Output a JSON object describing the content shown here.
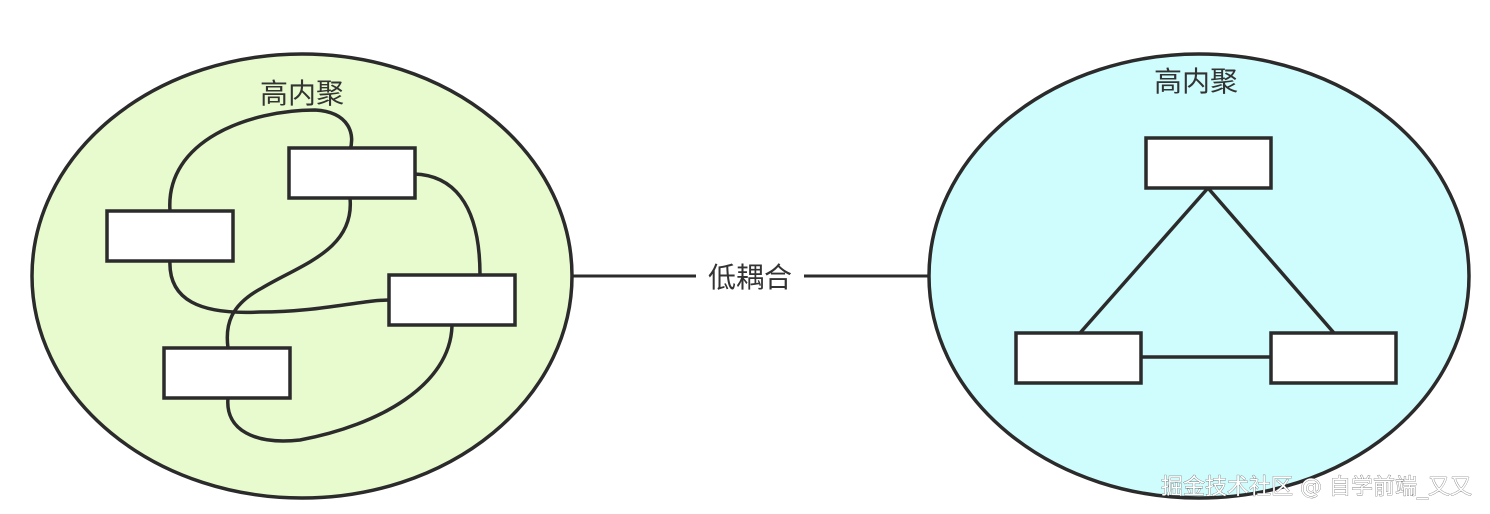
{
  "diagram": {
    "left_cluster": {
      "label": "高内聚",
      "fill_color": "#e8fbcf"
    },
    "right_cluster": {
      "label": "高内聚",
      "fill_color": "#cffcfd"
    },
    "connector": {
      "label": "低耦合"
    },
    "outline_color": "#2b2b2b"
  },
  "watermark": {
    "text": "掘金技术社区 @ 自学前端_又又"
  }
}
